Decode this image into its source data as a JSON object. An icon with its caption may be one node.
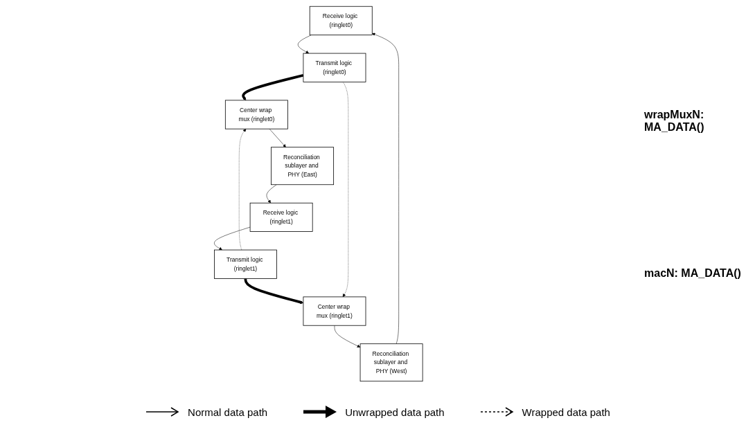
{
  "diagram": {
    "nodes": [
      {
        "text": [
          "Receive logic (ringlet0)"
        ]
      },
      {
        "text": [
          "Transmit logic (ringlet0)"
        ]
      },
      {
        "text": [
          "Transmit logic (ringlet1)"
        ]
      },
      {
        "text": [
          "Receive logic (ringlet1)"
        ]
      },
      {
        "text": [
          "Center wrap mux (ringlet0)"
        ]
      },
      {
        "text": [
          "Center wrap mux (ringlet1)"
        ]
      },
      {
        "text": [
          "Reconciliation sublayer and PHY (East)"
        ]
      },
      {
        "text": [
          "Reconciliation sublayer and PHY (West)"
        ]
      }
    ],
    "edges": [
      {
        "from": 0,
        "to": 1,
        "arrow": "to"
      },
      {
        "from": 3,
        "to": 2,
        "arrow": "to"
      },
      {
        "from": 1,
        "to": 4,
        "arrow": "to",
        "style": "thick"
      },
      {
        "from": 2,
        "to": 5,
        "arrow": "to",
        "style": "thick"
      },
      {
        "from": 1,
        "to": 5,
        "arrow": "to",
        "style": "dashed"
      },
      {
        "from": 2,
        "to": 4,
        "arrow": "to",
        "style": "dashed"
      },
      {
        "from": 4,
        "to": 6,
        "arrow": "to"
      },
      {
        "from": 5,
        "to": 7,
        "arrow": "to"
      },
      {
        "from": 6,
        "to": 3,
        "arrow": "to"
      },
      {
        "from": 7,
        "to": 0,
        "arrow": "to"
      }
    ],
    "labels": [
      "wrapMuxN: MA_DATA()",
      "macN: MA_DATA()"
    ],
    "legend": [
      {
        "text": "Normal data path"
      },
      {
        "text": "Unwrapped data path"
      },
      {
        "text": "Wrapped data path"
      }
    ]
  }
}
